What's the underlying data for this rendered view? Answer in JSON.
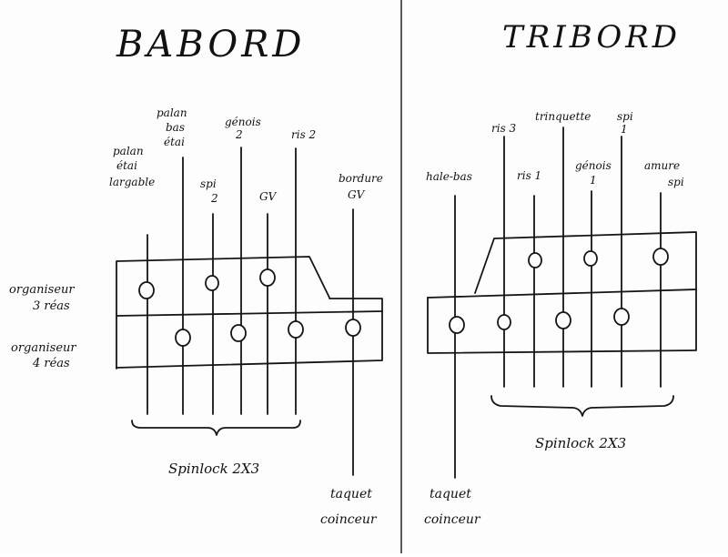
{
  "titles": {
    "baboard": "BABORD",
    "tribord": "TRIBORD"
  },
  "side_labels": {
    "org3_line1": "organiseur",
    "org3_line2": "3 réas",
    "org4_line1": "organiseur",
    "org4_line2": "4 réas"
  },
  "baboard": {
    "spinlock": "Spinlock 2X3",
    "taquet": [
      "taquet",
      "coinceur"
    ],
    "lines": [
      {
        "label": [
          "palan",
          "étai",
          "largable"
        ]
      },
      {
        "label": [
          "palan",
          "bas",
          "étai"
        ]
      },
      {
        "label": [
          "spi",
          "2"
        ]
      },
      {
        "label": [
          "génois",
          "2"
        ]
      },
      {
        "label": [
          "GV"
        ]
      },
      {
        "label": [
          "ris 2"
        ]
      },
      {
        "label": [
          "bordure",
          "GV"
        ]
      }
    ]
  },
  "tribord": {
    "spinlock": "Spinlock 2X3",
    "taquet": [
      "taquet",
      "coinceur"
    ],
    "lines": [
      {
        "label": [
          "hale-bas"
        ]
      },
      {
        "label": [
          "ris 3"
        ]
      },
      {
        "label": [
          "ris 1"
        ]
      },
      {
        "label": [
          "trinquette"
        ]
      },
      {
        "label": [
          "génois",
          "1"
        ]
      },
      {
        "label": [
          "spi",
          "1"
        ]
      },
      {
        "label": [
          "amure",
          "spi"
        ]
      }
    ]
  }
}
